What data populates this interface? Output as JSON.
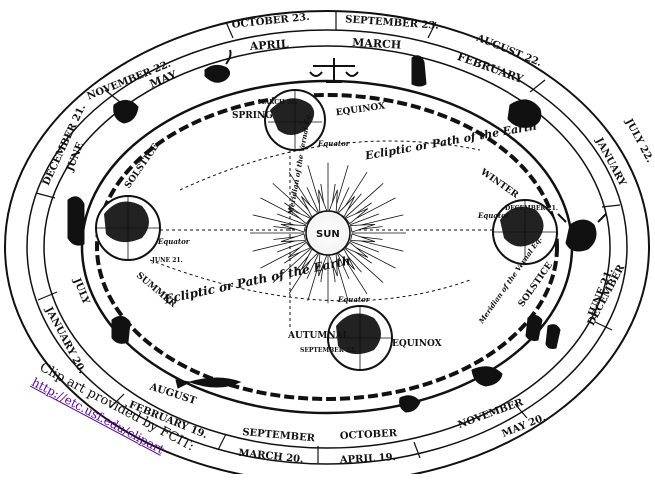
{
  "outer_ring_months": {
    "top": [
      "OCTOBER 23.",
      "SEPTEMBER 23."
    ],
    "top_right": "AUGUST 22.",
    "right_upper": "JULY 22.",
    "right_lower": "JUNE 21.",
    "bottom_right": "MAY 20.",
    "bottom": [
      "APRIL 19.",
      "MARCH 20."
    ],
    "bottom_left": "FEBRUARY 19.",
    "left_lower": "JANUARY 20.",
    "left_upper": "DECEMBER 21.",
    "top_left": "NOVEMBER 22."
  },
  "inner_ring_months": {
    "top": [
      "APRIL",
      "MARCH"
    ],
    "top_right": "FEBRUARY",
    "right": "JANUARY",
    "lower_right": "DECEMBER",
    "bottom_right": "NOVEMBER",
    "bottom": [
      "SEPTEMBER",
      "OCTOBER"
    ],
    "bottom_left": "AUGUST",
    "left_lower": "JULY",
    "left_upper": "JUNE",
    "top_left": "MAY"
  },
  "labels": {
    "sun": "SUN",
    "spring": "SPRING",
    "equinox_top": "EQUINOX",
    "winter": "WINTER",
    "solstice_left": "SOLSTICE",
    "summer": "SUMMER",
    "autumnal": "AUTUMNAL",
    "equinox_bottom": "EQUINOX",
    "solstice_right": "SOLSTICE",
    "ecliptic_top": "Ecliptic or Path of the Earth",
    "ecliptic_bottom": "Ecliptic or Path of the Earth",
    "equator_top": "Equator",
    "equator_left": "Equator",
    "equator_right": "Equator",
    "equator_bottom": "Equator",
    "march_date": "MARCH 20.",
    "december_date": "DECEMBER 21.",
    "september_date": "SEPTEMBER 22.",
    "june_date": "JUNE 21.",
    "meridian_right": "Meridian of the Vernal Eq.",
    "meridian_left": "Meridian of the Vernal Eq."
  },
  "credit": {
    "line1": "Clip art provided by FCIT:",
    "link": "http://etc.usf.edu/clipart"
  },
  "colors": {
    "ink": "#111111",
    "paper": "#ffffff",
    "link": "#5a00a0"
  }
}
